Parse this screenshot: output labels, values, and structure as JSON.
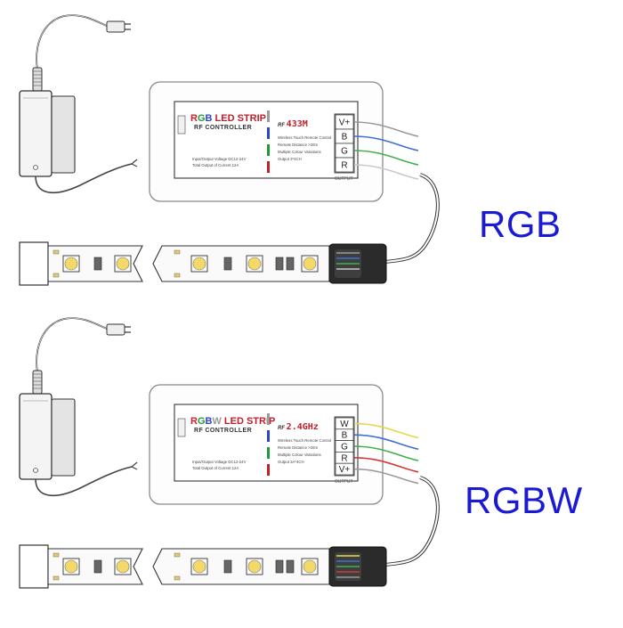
{
  "panels": [
    {
      "id": "rgb",
      "label": "RGB",
      "title_letters": [
        {
          "ch": "R",
          "color": "#d21f2a"
        },
        {
          "ch": "G",
          "color": "#1f9a3a"
        },
        {
          "ch": "B",
          "color": "#2a46c8"
        }
      ],
      "title_rest": " LED STRIP",
      "subtitle": "RF CONTROLLER",
      "rf_prefix": "RF",
      "frequency": "433M",
      "specs": [
        "Wireless Touch Remote Control",
        "Remote Distance >20m",
        "Multiple Colour Variations",
        "Output 3*4CH"
      ],
      "ratings": [
        "Input/Output Voltage DC12-24V",
        "Total Output of Current 12A"
      ],
      "terminals": [
        "V+",
        "B",
        "G",
        "R"
      ],
      "output_label": "OUTPUT",
      "wire_colors": [
        "#9a9a9a",
        "#3b6fd6",
        "#3fb04a",
        "#c9c9c9"
      ]
    },
    {
      "id": "rgbw",
      "label": "RGBW",
      "title_letters": [
        {
          "ch": "R",
          "color": "#d21f2a"
        },
        {
          "ch": "G",
          "color": "#1f9a3a"
        },
        {
          "ch": "B",
          "color": "#2a46c8"
        },
        {
          "ch": "W",
          "color": "#9a9a9a"
        }
      ],
      "title_rest": " LED STRIP",
      "subtitle": "RF CONTROLLER",
      "rf_prefix": "RF",
      "frequency": "2.4GHz",
      "specs": [
        "Wireless Touch Remote Control",
        "Remote Distance >20m",
        "Multiple Colour Variations",
        "Output 3A*4CH"
      ],
      "ratings": [
        "Input/Output Voltage DC12-24V",
        "Total Output of Current 12A"
      ],
      "terminals": [
        "W",
        "B",
        "G",
        "R",
        "V+"
      ],
      "output_label": "OUTPUT",
      "wire_colors": [
        "#e6d84a",
        "#3b6fd6",
        "#3fb04a",
        "#d23a3a",
        "#9a9a9a"
      ]
    }
  ],
  "strip_marks": {
    "plus": "+",
    "minus": "-"
  }
}
